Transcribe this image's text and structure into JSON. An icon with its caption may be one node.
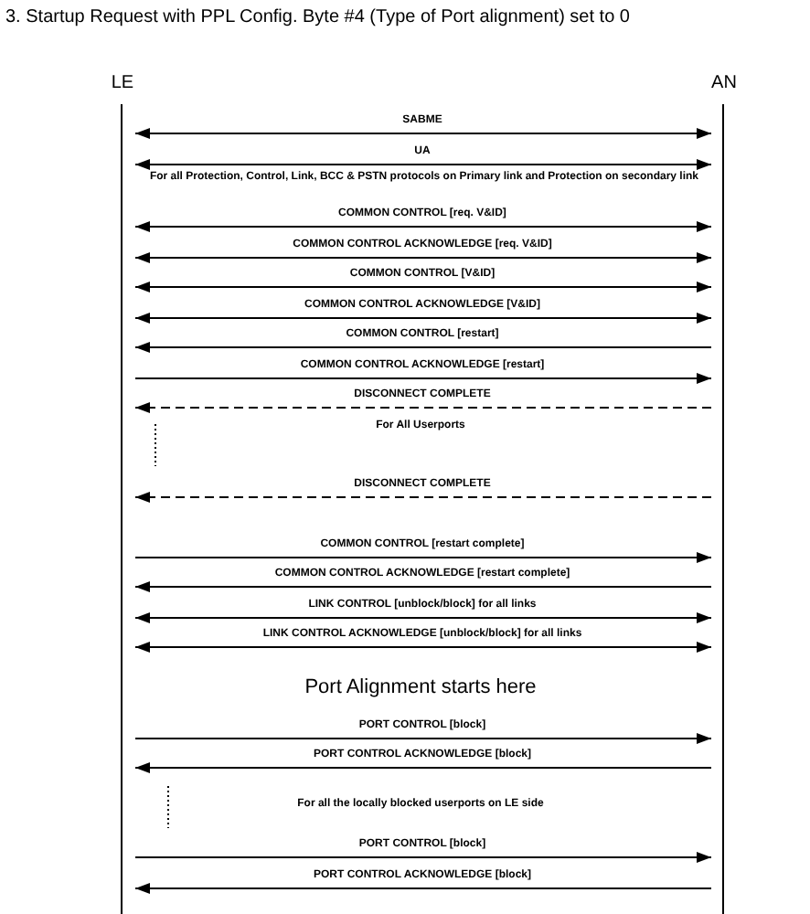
{
  "diagram": {
    "title": "3. Startup Request with PPL Config. Byte #4 (Type of Port alignment) set to 0",
    "nodes": [
      {
        "text": [
          "LE"
        ]
      },
      {
        "text": [
          "AN"
        ]
      }
    ],
    "edges": [
      {
        "from": 0,
        "to": 1,
        "arrow": "both",
        "label": "SABME"
      },
      {
        "from": 0,
        "to": 1,
        "arrow": "both",
        "label": "UA"
      },
      {
        "from": 0,
        "to": 1,
        "arrow": "both",
        "label": "COMMON CONTROL [req. V&ID]"
      },
      {
        "from": 0,
        "to": 1,
        "arrow": "both",
        "label": "COMMON CONTROL ACKNOWLEDGE [req. V&ID]"
      },
      {
        "from": 0,
        "to": 1,
        "arrow": "both",
        "label": "COMMON CONTROL [V&ID]"
      },
      {
        "from": 0,
        "to": 1,
        "arrow": "both",
        "label": "COMMON CONTROL ACKNOWLEDGE [V&ID]"
      },
      {
        "from": 1,
        "to": 0,
        "arrow": "to",
        "label": "COMMON CONTROL [restart]"
      },
      {
        "from": 0,
        "to": 1,
        "arrow": "to",
        "label": "COMMON CONTROL ACKNOWLEDGE [restart]"
      },
      {
        "from": 1,
        "to": 0,
        "arrow": "to",
        "label": "DISCONNECT COMPLETE",
        "style": "dashed"
      },
      {
        "from": 1,
        "to": 0,
        "arrow": "to",
        "label": "DISCONNECT COMPLETE",
        "style": "dashed"
      },
      {
        "from": 0,
        "to": 1,
        "arrow": "to",
        "label": "COMMON CONTROL [restart complete]"
      },
      {
        "from": 1,
        "to": 0,
        "arrow": "to",
        "label": "COMMON CONTROL ACKNOWLEDGE [restart complete]"
      },
      {
        "from": 0,
        "to": 1,
        "arrow": "both",
        "label": "LINK CONTROL [unblock/block] for all links"
      },
      {
        "from": 0,
        "to": 1,
        "arrow": "both",
        "label": "LINK CONTROL ACKNOWLEDGE [unblock/block] for all links"
      },
      {
        "from": 0,
        "to": 1,
        "arrow": "to",
        "label": "PORT CONTROL [block]"
      },
      {
        "from": 1,
        "to": 0,
        "arrow": "to",
        "label": "PORT CONTROL ACKNOWLEDGE [block]"
      },
      {
        "from": 0,
        "to": 1,
        "arrow": "to",
        "label": "PORT CONTROL [block]"
      },
      {
        "from": 1,
        "to": 0,
        "arrow": "to",
        "label": "PORT CONTROL ACKNOWLEDGE [block]"
      }
    ],
    "labels": [
      "For all Protection, Control, Link, BCC & PSTN protocols on Primary link and Protection on secondary link",
      "For All Userports",
      "Port Alignment starts here",
      "For all the locally blocked userports on LE side"
    ]
  }
}
